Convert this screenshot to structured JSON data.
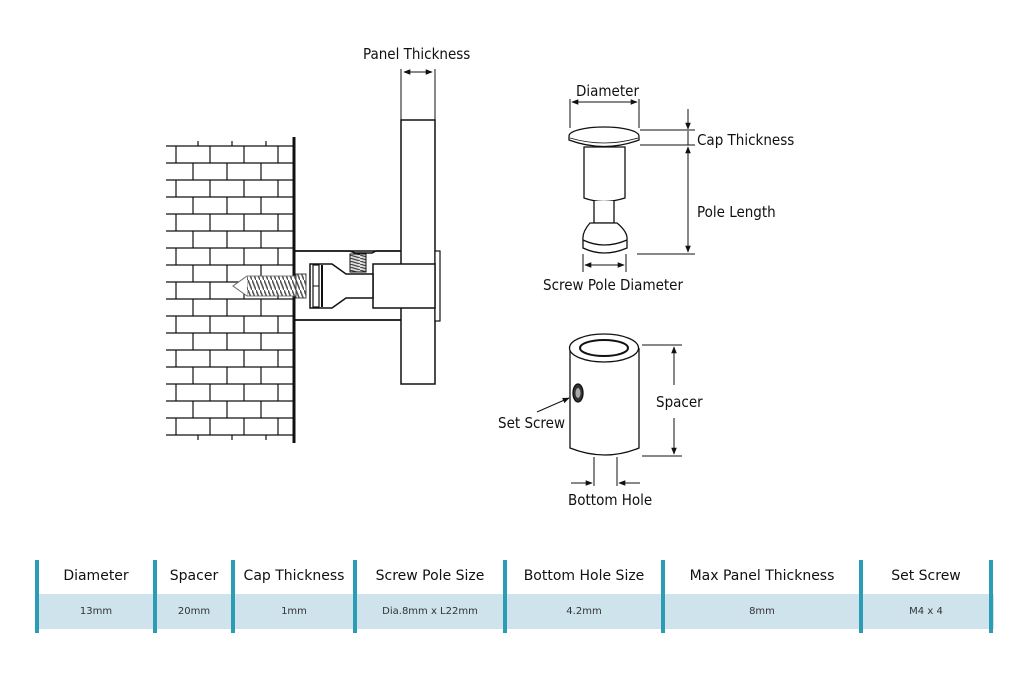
{
  "diagram": {
    "installed_view": {
      "labels": {
        "panel_thickness": "Panel Thickness"
      }
    },
    "cap_pole_view": {
      "labels": {
        "diameter": "Diameter",
        "cap_thickness": "Cap Thickness",
        "pole_length": "Pole Length",
        "screw_pole_diameter": "Screw Pole Diameter"
      }
    },
    "spacer_view": {
      "labels": {
        "spacer": "Spacer",
        "set_screw": "Set Screw",
        "bottom_hole": "Bottom Hole"
      }
    }
  },
  "spec_table": {
    "accent_color": "#2a9db5",
    "band_color": "#cfe3ec",
    "columns": [
      {
        "header": "Diameter",
        "value": "13mm"
      },
      {
        "header": "Spacer",
        "value": "20mm"
      },
      {
        "header": "Cap Thickness",
        "value": "1mm"
      },
      {
        "header": "Screw Pole Size",
        "value": "Dia.8mm x L22mm"
      },
      {
        "header": "Bottom Hole Size",
        "value": "4.2mm"
      },
      {
        "header": "Max Panel Thickness",
        "value": "8mm"
      },
      {
        "header": "Set Screw",
        "value": "M4 x 4"
      }
    ]
  }
}
